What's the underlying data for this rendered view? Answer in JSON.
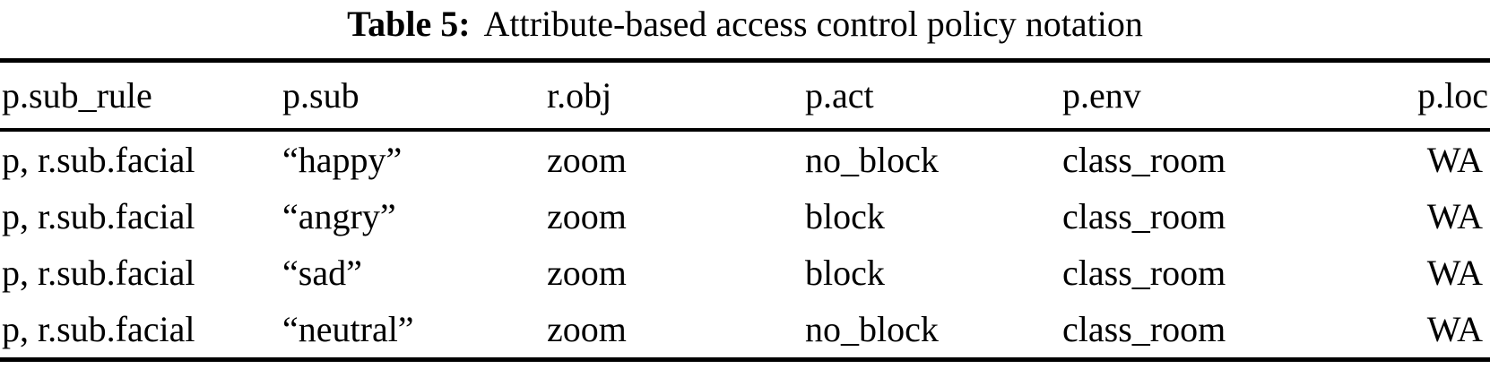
{
  "caption": {
    "label": "Table 5:",
    "text": "Attribute-based access control policy notation"
  },
  "table": {
    "columns": [
      "p.sub_rule",
      "p.sub",
      "r.obj",
      "p.act",
      "p.env",
      "p.loc"
    ],
    "rows": [
      [
        "p, r.sub.facial",
        "“happy”",
        "zoom",
        "no_block",
        "class_room",
        "WA"
      ],
      [
        "p, r.sub.facial",
        "“angry”",
        "zoom",
        "block",
        "class_room",
        "WA"
      ],
      [
        "p, r.sub.facial",
        "“sad”",
        "zoom",
        "block",
        "class_room",
        "WA"
      ],
      [
        "p, r.sub.facial",
        "“neutral”",
        "zoom",
        "no_block",
        "class_room",
        "WA"
      ]
    ]
  },
  "colors": {
    "text": "#000000",
    "background": "#ffffff",
    "rule": "#000000"
  }
}
